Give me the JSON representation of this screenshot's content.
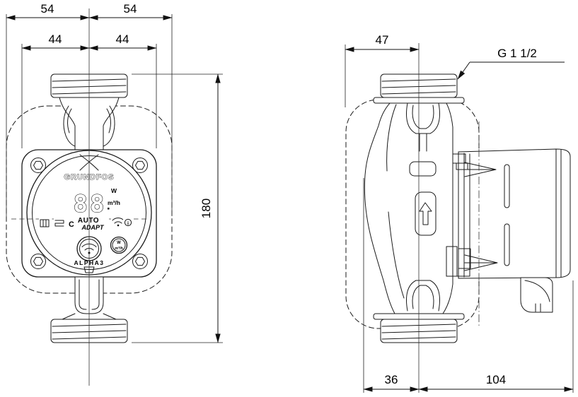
{
  "drawing": {
    "front_view": {
      "dims": {
        "top_outer_left": "54",
        "top_outer_right": "54",
        "top_inner_left": "44",
        "top_inner_right": "44",
        "height": "180"
      },
      "face": {
        "brand": "GRUNDFOS",
        "display_digits": "88",
        "unit_power": "W",
        "unit_flow": "m³/h",
        "mode_line1": "AUTO",
        "mode_line2": "ADAPT",
        "hot_water_label": "C",
        "info_label": "i",
        "button_power_unit": "W",
        "button_flow_unit": "m³/h",
        "model": "ALPHA3"
      }
    },
    "side_view": {
      "dims": {
        "front_depth": "47",
        "bottom_left": "36",
        "bottom_right": "104"
      },
      "thread_label": "G 1 1/2"
    }
  }
}
